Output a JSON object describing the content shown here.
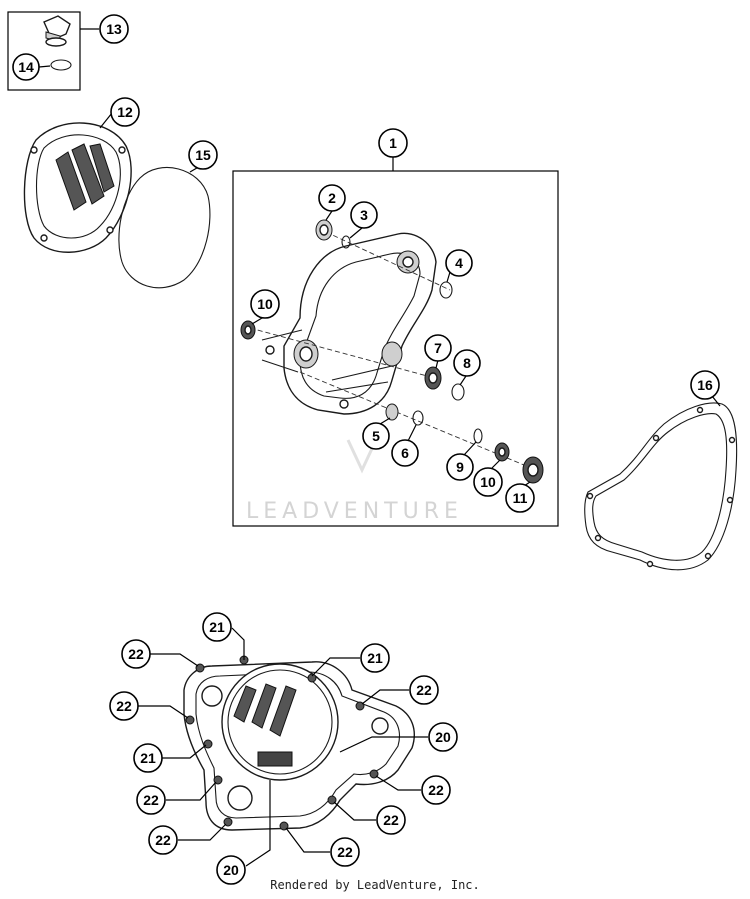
{
  "footer": {
    "text": "Rendered by LeadVenture, Inc."
  },
  "watermark": {
    "text": "LEADVENTURE"
  },
  "callouts": {
    "c1": "1",
    "c2": "2",
    "c3": "3",
    "c4": "4",
    "c5": "5",
    "c6": "6",
    "c7": "7",
    "c8": "8",
    "c9": "9",
    "c10a": "10",
    "c10b": "10",
    "c11": "11",
    "c12": "12",
    "c13": "13",
    "c14": "14",
    "c15": "15",
    "c16": "16",
    "c20a": "20",
    "c20b": "20",
    "c21a": "21",
    "c21b": "21",
    "c21c": "21",
    "c22a": "22",
    "c22b": "22",
    "c22c": "22",
    "c22d": "22",
    "c22e": "22",
    "c22f": "22",
    "c22g": "22",
    "c22h": "22"
  }
}
